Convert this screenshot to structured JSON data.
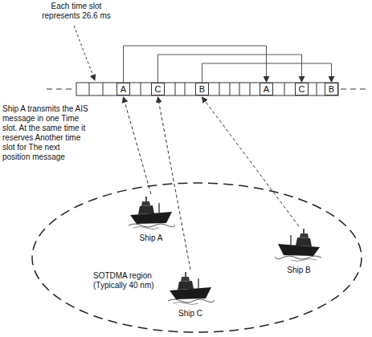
{
  "diagram": {
    "nodes": [
      {
        "text": [
          "A"
        ]
      },
      {
        "text": [
          "C"
        ]
      },
      {
        "text": [
          "B"
        ]
      },
      {
        "text": [
          "A"
        ]
      },
      {
        "text": [
          "C"
        ]
      },
      {
        "text": [
          "B"
        ]
      },
      {
        "text": [
          "SOTDMA region (Typically 40 nm)"
        ]
      },
      {
        "text": [
          "Ship A"
        ],
        "in": 6
      },
      {
        "text": [
          "Ship B"
        ],
        "in": 6
      },
      {
        "text": [
          "Ship C"
        ],
        "in": 6
      }
    ],
    "edges": [
      {
        "from": 0,
        "to": 3,
        "arrow": "to"
      },
      {
        "from": 1,
        "to": 4,
        "arrow": "to"
      },
      {
        "from": 2,
        "to": 5,
        "arrow": "to"
      },
      {
        "from": 7,
        "to": 0,
        "arrow": "to"
      },
      {
        "from": 9,
        "to": 1,
        "arrow": "to"
      },
      {
        "from": 8,
        "to": 2,
        "arrow": "to"
      }
    ],
    "labels": [
      "Each time slot represents 26.6 ms",
      "Ship A transmits the AIS message in one Time slot. At the same time it reserves Another time slot for The next position message"
    ]
  }
}
